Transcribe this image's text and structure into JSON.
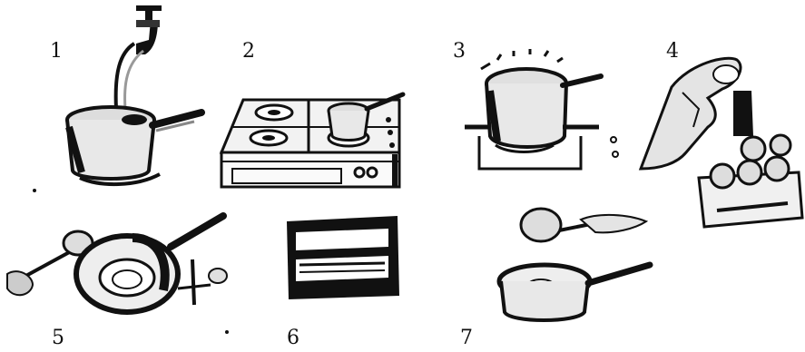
{
  "steps": [
    {
      "label": "1",
      "icon": "tap-filling-pot-icon"
    },
    {
      "label": "2",
      "icon": "pot-on-gas-stove-icon"
    },
    {
      "label": "3",
      "icon": "boiling-pot-icon"
    },
    {
      "label": "4",
      "icon": "hand-taking-egg-icon"
    },
    {
      "label": "5",
      "icon": "pan-with-spoon-icon"
    },
    {
      "label": "6",
      "icon": "oven-icon"
    },
    {
      "label": "7",
      "icon": "spoon-over-pan-icon"
    }
  ],
  "colors": {
    "ink": "#111111",
    "paper": "#ffffff",
    "gray": "#9a9a9a",
    "lightgray": "#d6d6d6"
  }
}
